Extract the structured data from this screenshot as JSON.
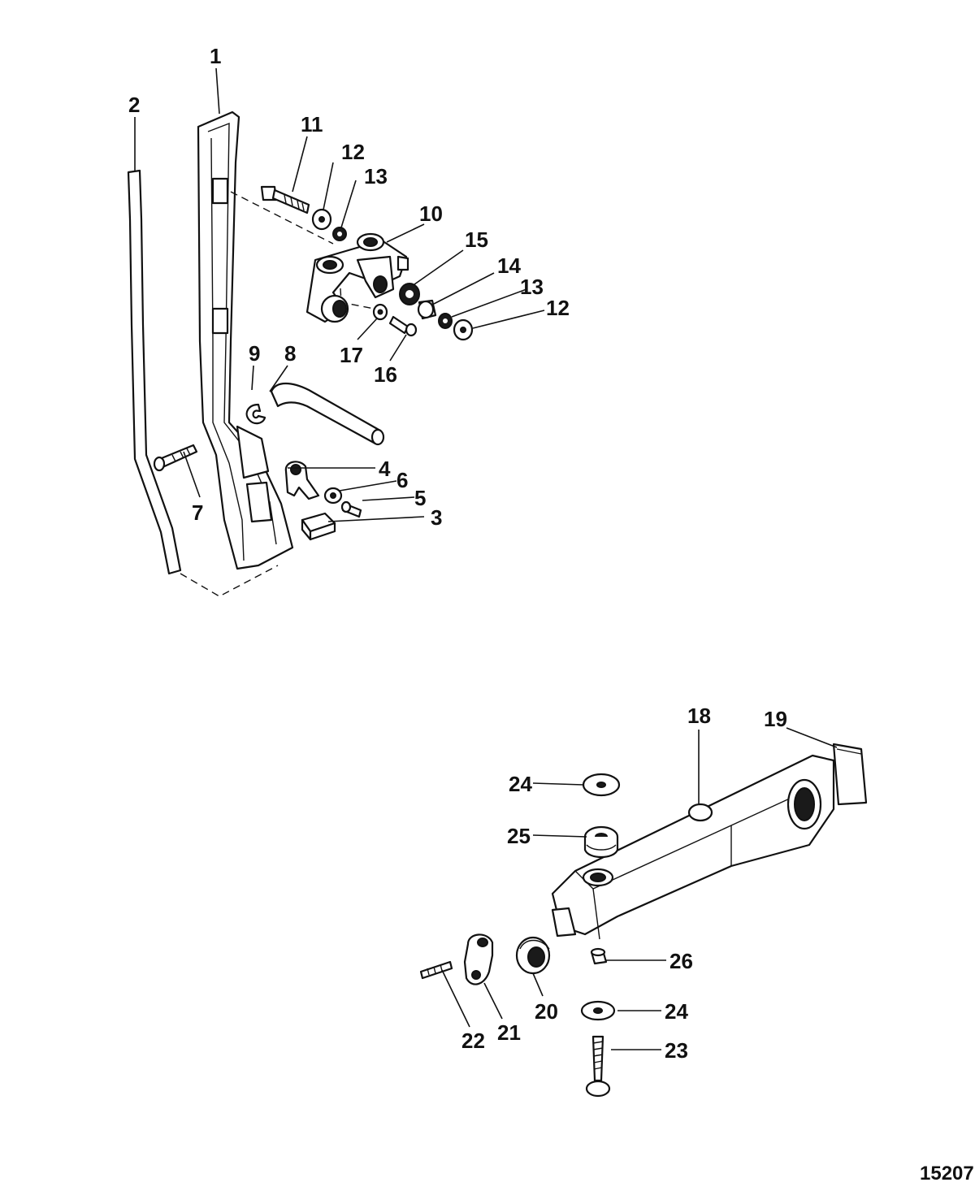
{
  "figure_number": "15207",
  "callouts": {
    "c1": "1",
    "c2": "2",
    "c3": "3",
    "c4": "4",
    "c5": "5",
    "c6": "6",
    "c7": "7",
    "c8": "8",
    "c9": "9",
    "c10": "10",
    "c11": "11",
    "c12a": "12",
    "c12b": "12",
    "c13a": "13",
    "c13b": "13",
    "c14": "14",
    "c15": "15",
    "c16": "16",
    "c17": "17",
    "c18": "18",
    "c19": "19",
    "c20": "20",
    "c21": "21",
    "c22": "22",
    "c23": "23",
    "c24a": "24",
    "c24b": "24",
    "c25": "25",
    "c26": "26"
  }
}
